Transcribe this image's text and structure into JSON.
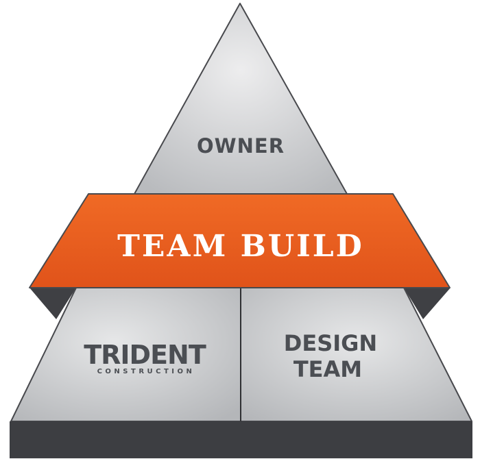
{
  "top_section": {
    "label": "OWNER"
  },
  "middle_band": {
    "label": "TEAM BUILD",
    "color": "#e8571c"
  },
  "bottom_left": {
    "logo_name": "TRIDENT",
    "logo_tagline": "CONSTRUCTION"
  },
  "bottom_right": {
    "line1": "DESIGN",
    "line2": "TEAM"
  }
}
